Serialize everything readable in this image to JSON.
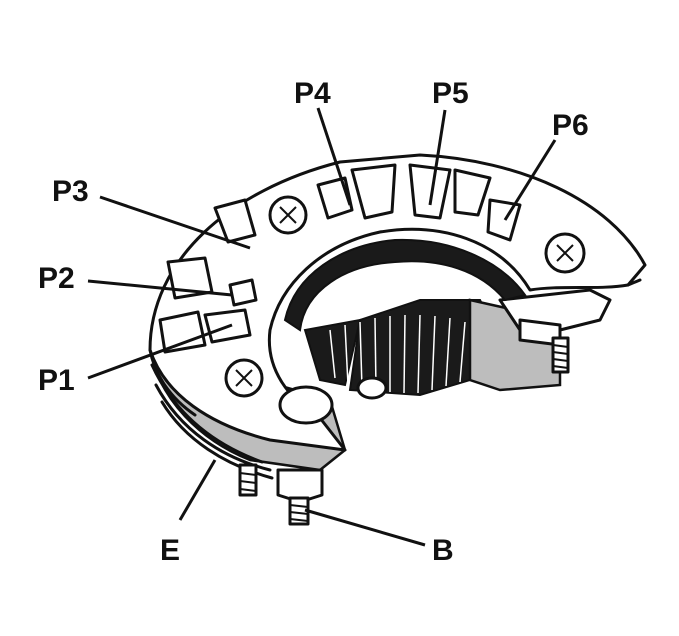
{
  "labels": {
    "p1": "P1",
    "p2": "P2",
    "p3": "P3",
    "p4": "P4",
    "p5": "P5",
    "p6": "P6",
    "e": "E",
    "b": "B"
  }
}
